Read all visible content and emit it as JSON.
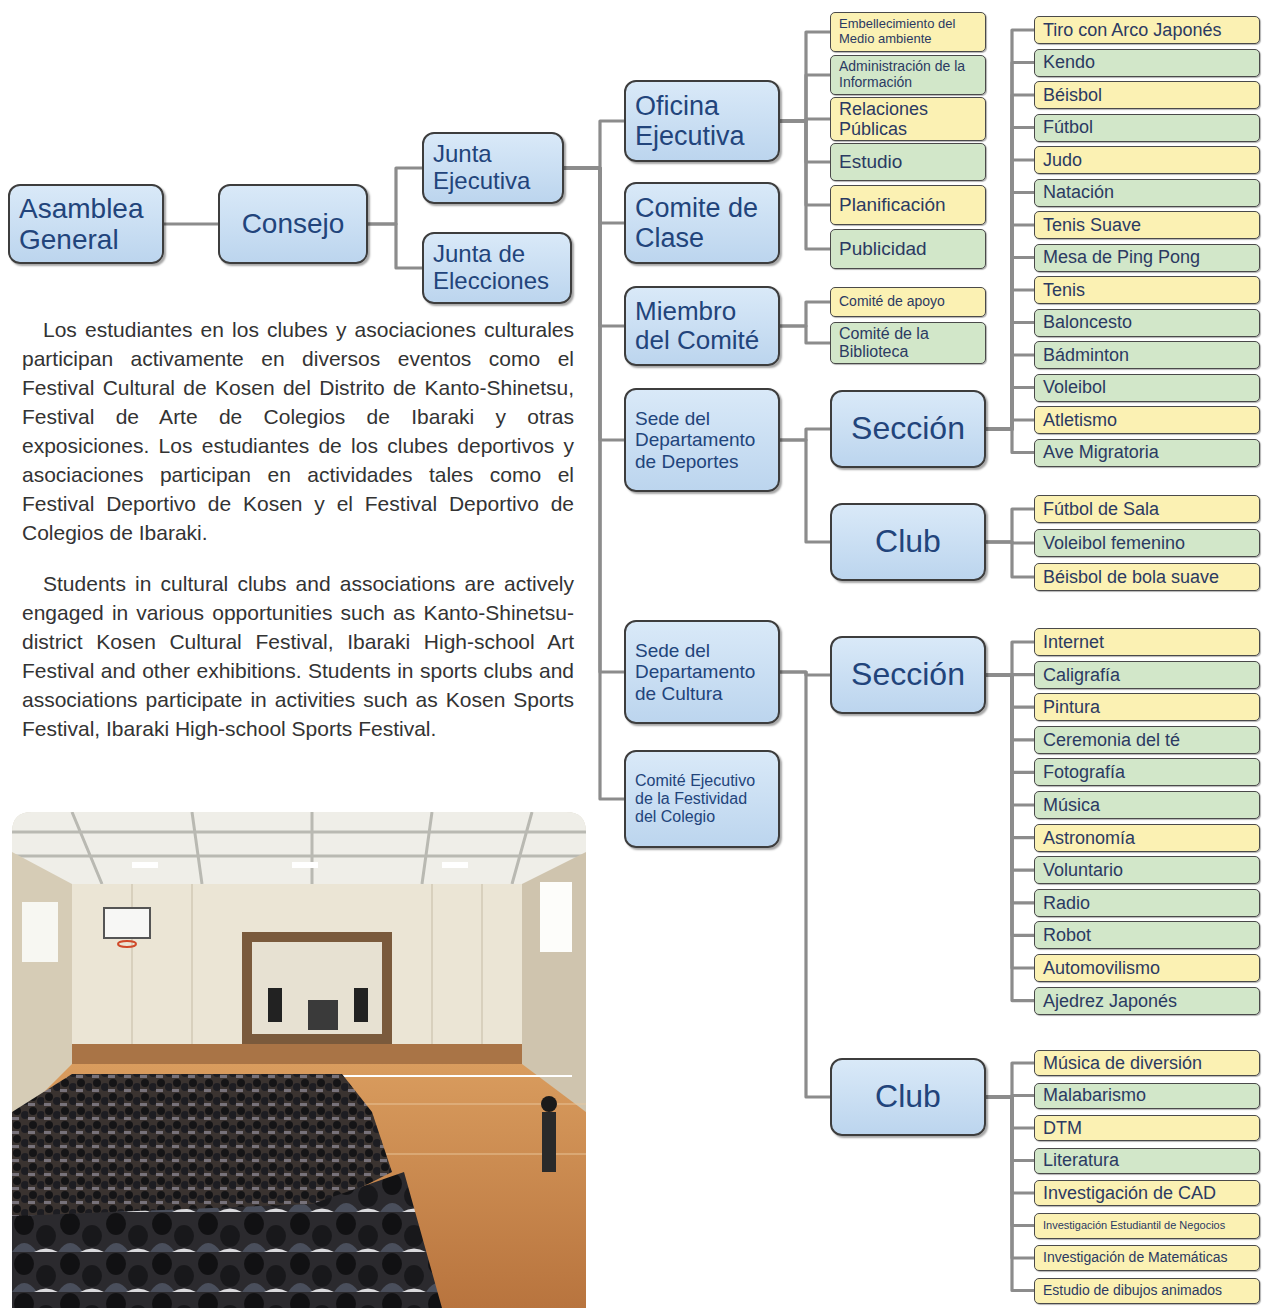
{
  "diagram": {
    "nodes": [
      {
        "text": [
          "Asamblea General"
        ]
      },
      {
        "text": [
          "Consejo"
        ]
      },
      {
        "text": [
          "Junta Ejecutiva"
        ]
      },
      {
        "text": [
          "Junta de Elecciones"
        ]
      },
      {
        "text": [
          "Oficina Ejecutiva"
        ]
      },
      {
        "text": [
          "Comite de Clase"
        ]
      },
      {
        "text": [
          "Miembro del Comité"
        ]
      },
      {
        "text": [
          "Sede del Departamento de Deportes"
        ]
      },
      {
        "text": [
          "Sede del Departamento de Cultura"
        ]
      },
      {
        "text": [
          "Comité Ejecutivo de la Festividad del Colegio"
        ]
      },
      {
        "text": [
          "Embellecimiento del Medio ambiente"
        ]
      },
      {
        "text": [
          "Administración de la Información"
        ]
      },
      {
        "text": [
          "Relaciones Públicas"
        ]
      },
      {
        "text": [
          "Estudio"
        ]
      },
      {
        "text": [
          "Planificación"
        ]
      },
      {
        "text": [
          "Publicidad"
        ]
      },
      {
        "text": [
          "Comité de apoyo"
        ]
      },
      {
        "text": [
          "Comité de la Biblioteca"
        ]
      },
      {
        "text": [
          "Sección"
        ]
      },
      {
        "text": [
          "Club"
        ]
      },
      {
        "text": [
          "Sección"
        ]
      },
      {
        "text": [
          "Club"
        ]
      },
      {
        "text": [
          "Tiro con Arco Japonés"
        ]
      },
      {
        "text": [
          "Kendo"
        ]
      },
      {
        "text": [
          "Béisbol"
        ]
      },
      {
        "text": [
          "Fútbol"
        ]
      },
      {
        "text": [
          "Judo"
        ]
      },
      {
        "text": [
          "Natación"
        ]
      },
      {
        "text": [
          "Tenis Suave"
        ]
      },
      {
        "text": [
          "Mesa de Ping Pong"
        ]
      },
      {
        "text": [
          "Tenis"
        ]
      },
      {
        "text": [
          "Baloncesto"
        ]
      },
      {
        "text": [
          "Bádminton"
        ]
      },
      {
        "text": [
          "Voleibol"
        ]
      },
      {
        "text": [
          "Atletismo"
        ]
      },
      {
        "text": [
          "Ave Migratoria"
        ]
      },
      {
        "text": [
          "Fútbol de Sala"
        ]
      },
      {
        "text": [
          "Voleibol femenino"
        ]
      },
      {
        "text": [
          "Béisbol de bola suave"
        ]
      },
      {
        "text": [
          "Internet"
        ]
      },
      {
        "text": [
          "Caligrafía"
        ]
      },
      {
        "text": [
          "Pintura"
        ]
      },
      {
        "text": [
          "Ceremonia del té"
        ]
      },
      {
        "text": [
          "Fotografía"
        ]
      },
      {
        "text": [
          "Música"
        ]
      },
      {
        "text": [
          "Astronomía"
        ]
      },
      {
        "text": [
          "Voluntario"
        ]
      },
      {
        "text": [
          "Radio"
        ]
      },
      {
        "text": [
          "Robot"
        ]
      },
      {
        "text": [
          "Automovilismo"
        ]
      },
      {
        "text": [
          "Ajedrez Japonés"
        ]
      },
      {
        "text": [
          "Música de diversión"
        ]
      },
      {
        "text": [
          "Malabarismo"
        ]
      },
      {
        "text": [
          "DTM"
        ]
      },
      {
        "text": [
          "Literatura"
        ]
      },
      {
        "text": [
          "Investigación de CAD"
        ]
      },
      {
        "text": [
          "Investigación Estudiantil de Negocios"
        ]
      },
      {
        "text": [
          "Investigación de Matemáticas"
        ]
      },
      {
        "text": [
          "Estudio de dibujos animados"
        ]
      }
    ],
    "edges": [
      {
        "from": 0,
        "to": 1,
        "arrow": "none"
      },
      {
        "from": 1,
        "to": 2,
        "arrow": "none"
      },
      {
        "from": 1,
        "to": 3,
        "arrow": "none"
      },
      {
        "from": 2,
        "to": 4,
        "arrow": "none"
      },
      {
        "from": 2,
        "to": 5,
        "arrow": "none"
      },
      {
        "from": 2,
        "to": 6,
        "arrow": "none"
      },
      {
        "from": 2,
        "to": 7,
        "arrow": "none"
      },
      {
        "from": 2,
        "to": 8,
        "arrow": "none"
      },
      {
        "from": 2,
        "to": 9,
        "arrow": "none"
      },
      {
        "from": 4,
        "to": 10,
        "arrow": "none"
      },
      {
        "from": 4,
        "to": 11,
        "arrow": "none"
      },
      {
        "from": 4,
        "to": 12,
        "arrow": "none"
      },
      {
        "from": 4,
        "to": 13,
        "arrow": "none"
      },
      {
        "from": 4,
        "to": 14,
        "arrow": "none"
      },
      {
        "from": 4,
        "to": 15,
        "arrow": "none"
      },
      {
        "from": 6,
        "to": 16,
        "arrow": "none"
      },
      {
        "from": 6,
        "to": 17,
        "arrow": "none"
      },
      {
        "from": 7,
        "to": 18,
        "arrow": "none"
      },
      {
        "from": 7,
        "to": 19,
        "arrow": "none"
      },
      {
        "from": 8,
        "to": 20,
        "arrow": "none"
      },
      {
        "from": 8,
        "to": 21,
        "arrow": "none"
      },
      {
        "from": 18,
        "to": 22,
        "arrow": "none"
      },
      {
        "from": 18,
        "to": 23,
        "arrow": "none"
      },
      {
        "from": 18,
        "to": 24,
        "arrow": "none"
      },
      {
        "from": 18,
        "to": 25,
        "arrow": "none"
      },
      {
        "from": 18,
        "to": 26,
        "arrow": "none"
      },
      {
        "from": 18,
        "to": 27,
        "arrow": "none"
      },
      {
        "from": 18,
        "to": 28,
        "arrow": "none"
      },
      {
        "from": 18,
        "to": 29,
        "arrow": "none"
      },
      {
        "from": 18,
        "to": 30,
        "arrow": "none"
      },
      {
        "from": 18,
        "to": 31,
        "arrow": "none"
      },
      {
        "from": 18,
        "to": 32,
        "arrow": "none"
      },
      {
        "from": 18,
        "to": 33,
        "arrow": "none"
      },
      {
        "from": 18,
        "to": 34,
        "arrow": "none"
      },
      {
        "from": 18,
        "to": 35,
        "arrow": "none"
      },
      {
        "from": 19,
        "to": 36,
        "arrow": "none"
      },
      {
        "from": 19,
        "to": 37,
        "arrow": "none"
      },
      {
        "from": 19,
        "to": 38,
        "arrow": "none"
      },
      {
        "from": 20,
        "to": 39,
        "arrow": "none"
      },
      {
        "from": 20,
        "to": 40,
        "arrow": "none"
      },
      {
        "from": 20,
        "to": 41,
        "arrow": "none"
      },
      {
        "from": 20,
        "to": 42,
        "arrow": "none"
      },
      {
        "from": 20,
        "to": 43,
        "arrow": "none"
      },
      {
        "from": 20,
        "to": 44,
        "arrow": "none"
      },
      {
        "from": 20,
        "to": 45,
        "arrow": "none"
      },
      {
        "from": 20,
        "to": 46,
        "arrow": "none"
      },
      {
        "from": 20,
        "to": 47,
        "arrow": "none"
      },
      {
        "from": 20,
        "to": 48,
        "arrow": "none"
      },
      {
        "from": 20,
        "to": 49,
        "arrow": "none"
      },
      {
        "from": 20,
        "to": 50,
        "arrow": "none"
      },
      {
        "from": 21,
        "to": 51,
        "arrow": "none"
      },
      {
        "from": 21,
        "to": 52,
        "arrow": "none"
      },
      {
        "from": 21,
        "to": 53,
        "arrow": "none"
      },
      {
        "from": 21,
        "to": 54,
        "arrow": "none"
      },
      {
        "from": 21,
        "to": 55,
        "arrow": "none"
      },
      {
        "from": 21,
        "to": 56,
        "arrow": "none"
      },
      {
        "from": 21,
        "to": 57,
        "arrow": "none"
      },
      {
        "from": 21,
        "to": 58,
        "arrow": "none"
      }
    ],
    "labels": [
      "Los estudiantes en los clubes y asociaciones culturales participan activamente en diversos eventos como el Festival Cultural de Kosen del Distrito de Kanto-Shinetsu, Festival de Arte de Colegios de Ibaraki y otras exposiciones. Los estudiantes de los clubes deportivos y asociaciones participan en actividades tales como el Festival Deportivo de Kosen y el Festival Deportivo de Colegios de Ibaraki.",
      "Students in cultural clubs and associations are actively engaged in various opportunities such as Kanto-Shinetsu-district Kosen Cultural Festival, Ibaraki High-school Art Festival and other exhibitions. Students in sports clubs and associations participate in activities such as Kosen Sports Festival, Ibaraki High-school Sports Festival."
    ]
  }
}
